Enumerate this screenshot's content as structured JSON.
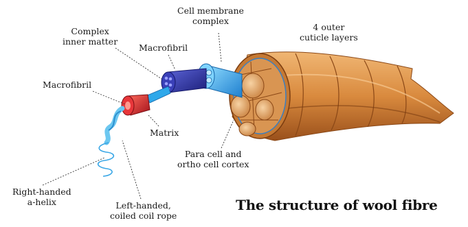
{
  "title": "The structure of wool fibre",
  "labels": {
    "cell_membrane_complex": [
      "Cell membrane",
      "complex"
    ],
    "outer_cuticle_layers": [
      "4 outer",
      "cuticle layers"
    ],
    "complex_inner_matter": [
      "Complex",
      "inner matter"
    ],
    "macrofibril_upper": [
      "Macrofibril"
    ],
    "macrofibril_left": [
      "Macrofibril"
    ],
    "matrix": [
      "Matrix"
    ],
    "para_ortho_cortex": [
      "Para cell and",
      "ortho cell cortex"
    ],
    "right_handed_helix": [
      "Right-handed",
      "a-helix"
    ],
    "left_handed_rope": [
      "Left-handed,",
      "coiled coil rope"
    ]
  },
  "colors": {
    "fibre_tan": "#d98a3e",
    "fibre_dark": "#a65a20",
    "cortex_cell": "#e8b37a",
    "membrane_blue": "#2f8fd8",
    "macrofibril_blue": "#29a6e8",
    "inner_matter_navy": "#2b2f9a",
    "matrix_red": "#d4252b",
    "helix_light_blue": "#6cc7f0"
  }
}
